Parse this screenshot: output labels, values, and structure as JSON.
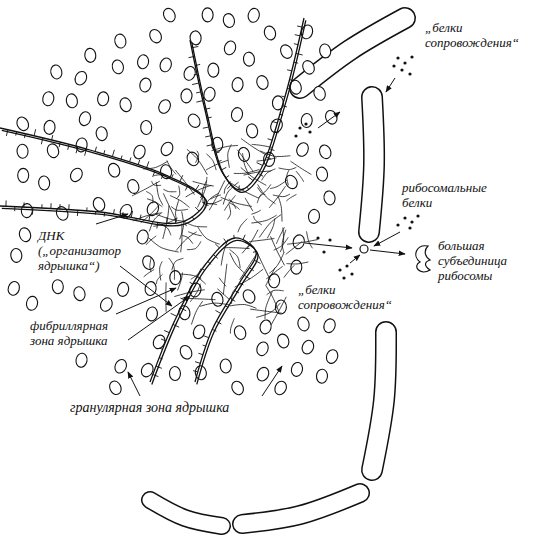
{
  "diagram": {
    "labels": [
      "„белки сопровождения“",
      "рибосомальные белки",
      "большая субъединица рибосомы",
      "„белки сопровождения“",
      "ДНК („организатор ядрышка“)",
      "фибриллярная зона ядрышка",
      "гранулярная зона ядрышка"
    ]
  }
}
